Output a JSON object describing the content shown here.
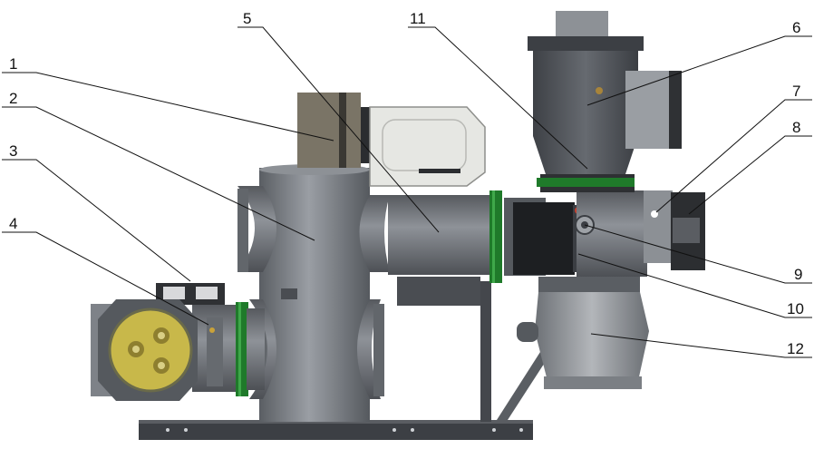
{
  "callouts": [
    {
      "id": "1",
      "label": "1"
    },
    {
      "id": "2",
      "label": "2"
    },
    {
      "id": "3",
      "label": "3"
    },
    {
      "id": "4",
      "label": "4"
    },
    {
      "id": "5",
      "label": "5"
    },
    {
      "id": "6",
      "label": "6"
    },
    {
      "id": "7",
      "label": "7"
    },
    {
      "id": "8",
      "label": "8"
    },
    {
      "id": "9",
      "label": "9"
    },
    {
      "id": "10",
      "label": "10"
    },
    {
      "id": "11",
      "label": "11"
    },
    {
      "id": "12",
      "label": "12"
    }
  ],
  "colors": {
    "body_gray": "#7e8288",
    "body_dark": "#5f6368",
    "flange_green": "#1f7a2a",
    "insulator_yellow": "#c8b84a",
    "panel_black": "#1d1f22",
    "cover_light": "#e6e7e3",
    "tank_dark": "#4a4d52"
  }
}
